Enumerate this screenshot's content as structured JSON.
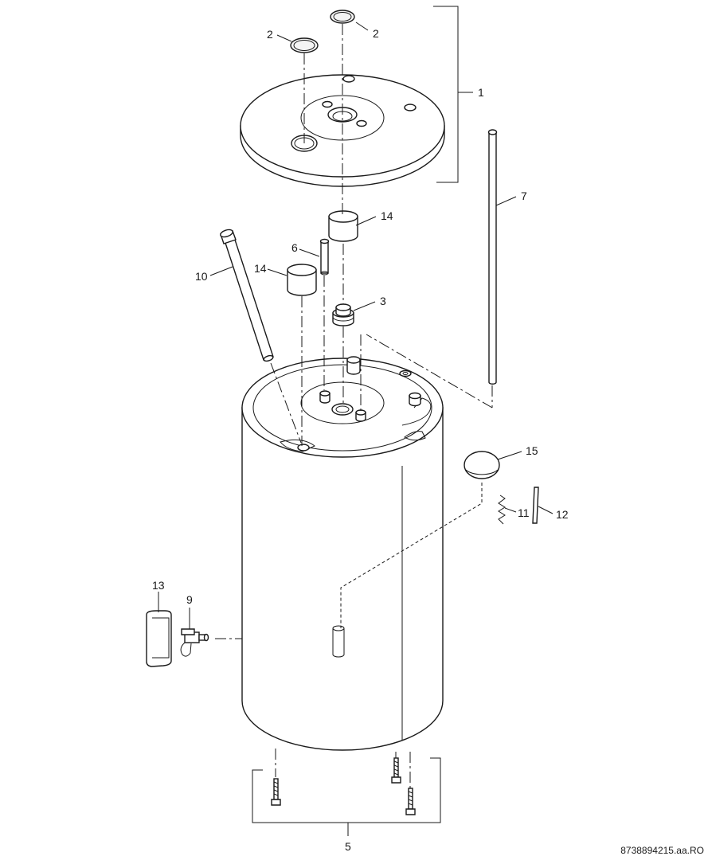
{
  "callouts": {
    "c1": "1",
    "c2a": "2",
    "c2b": "2",
    "c3": "3",
    "c5": "5",
    "c6": "6",
    "c7": "7",
    "c9": "9",
    "c10": "10",
    "c11": "11",
    "c12": "12",
    "c13": "13",
    "c14a": "14",
    "c14b": "14",
    "c15": "15"
  },
  "reference_code": "8738894215.aa.RO"
}
